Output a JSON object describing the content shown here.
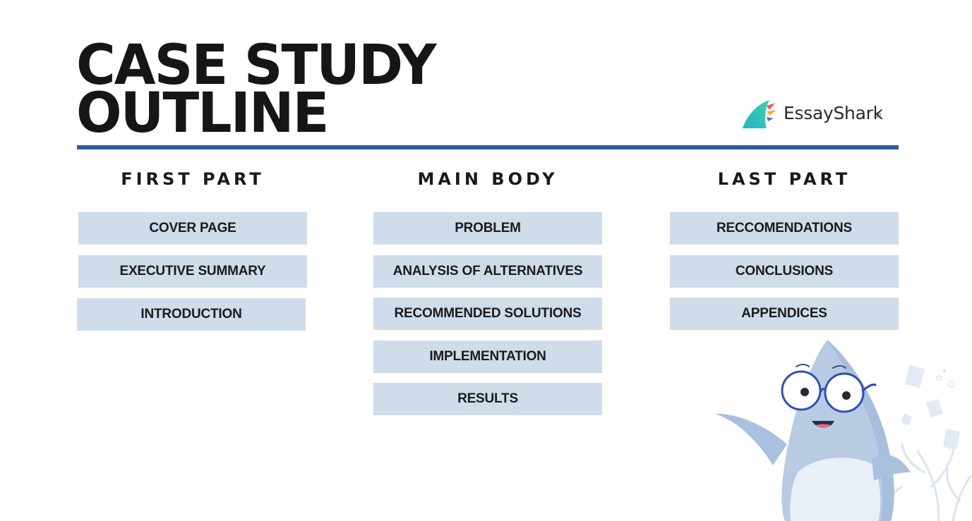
{
  "title": {
    "line1": "CASE STUDY",
    "line2": "OUTLINE"
  },
  "logo": {
    "text": "EssayShark",
    "mark": "®"
  },
  "columns": [
    {
      "heading": "FIRST PART",
      "items": [
        "COVER PAGE",
        "EXECUTIVE SUMMARY",
        "INTRODUCTION"
      ]
    },
    {
      "heading": "MAIN BODY",
      "items": [
        "PROBLEM",
        "ANALYSIS OF ALTERNATIVES",
        "RECOMMENDED SOLUTIONS",
        "IMPLEMENTATION",
        "RESULTS"
      ]
    },
    {
      "heading": "LAST PART",
      "items": [
        "RECCOMENDATIONS",
        "CONCLUSIONS",
        "APPENDICES"
      ]
    }
  ],
  "colors": {
    "rule": "#2e5a9a",
    "box": "#cfdcea",
    "text": "#161616"
  },
  "icons": [
    "essayshark-logo-icon",
    "shark-mascot-icon"
  ]
}
